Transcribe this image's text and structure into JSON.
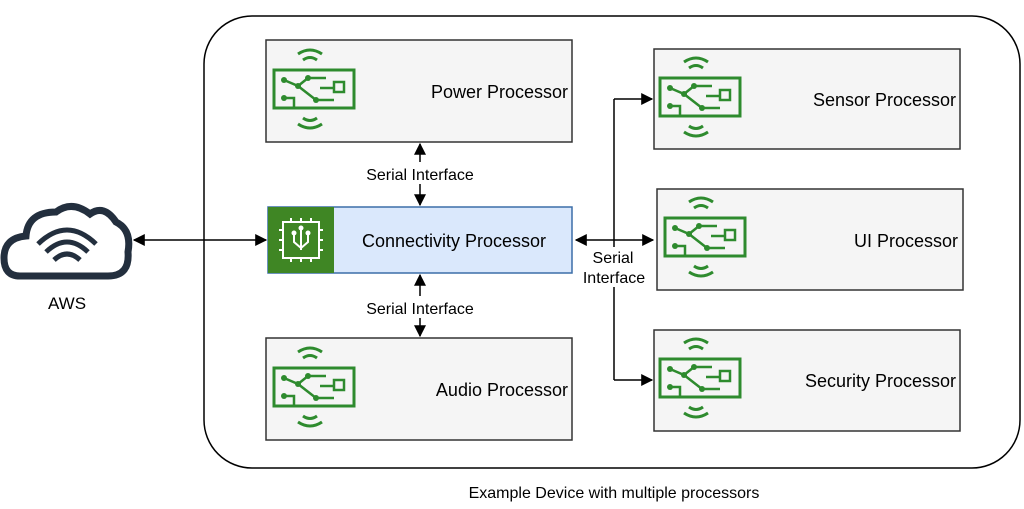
{
  "colors": {
    "box_fill": "#f5f5f5",
    "box_stroke": "#333333",
    "chip_green": "#2e8b2e",
    "connectivity_fill": "#dae8fc",
    "connectivity_stroke": "#3c6ea8",
    "icon_dark_green": "#3f8624",
    "aws_gray": "#232f3e"
  },
  "aws": {
    "label": "AWS"
  },
  "caption": "Example Device with multiple processors",
  "processors": {
    "power": "Power Processor",
    "connectivity": "Connectivity Processor",
    "audio": "Audio Processor",
    "sensor": "Sensor Processor",
    "ui": "UI Processor",
    "security": "Security Processor"
  },
  "links": {
    "top": "Serial Interface",
    "bottom": "Serial Interface",
    "right_line1": "Serial",
    "right_line2": "Interface"
  }
}
